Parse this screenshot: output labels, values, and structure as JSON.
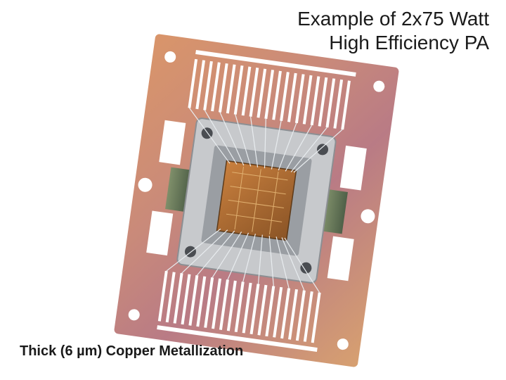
{
  "title": {
    "line1": "Example of 2x75 Watt",
    "line2": "High Efficiency PA"
  },
  "caption": "Thick (6 µm) Copper Metallization"
}
